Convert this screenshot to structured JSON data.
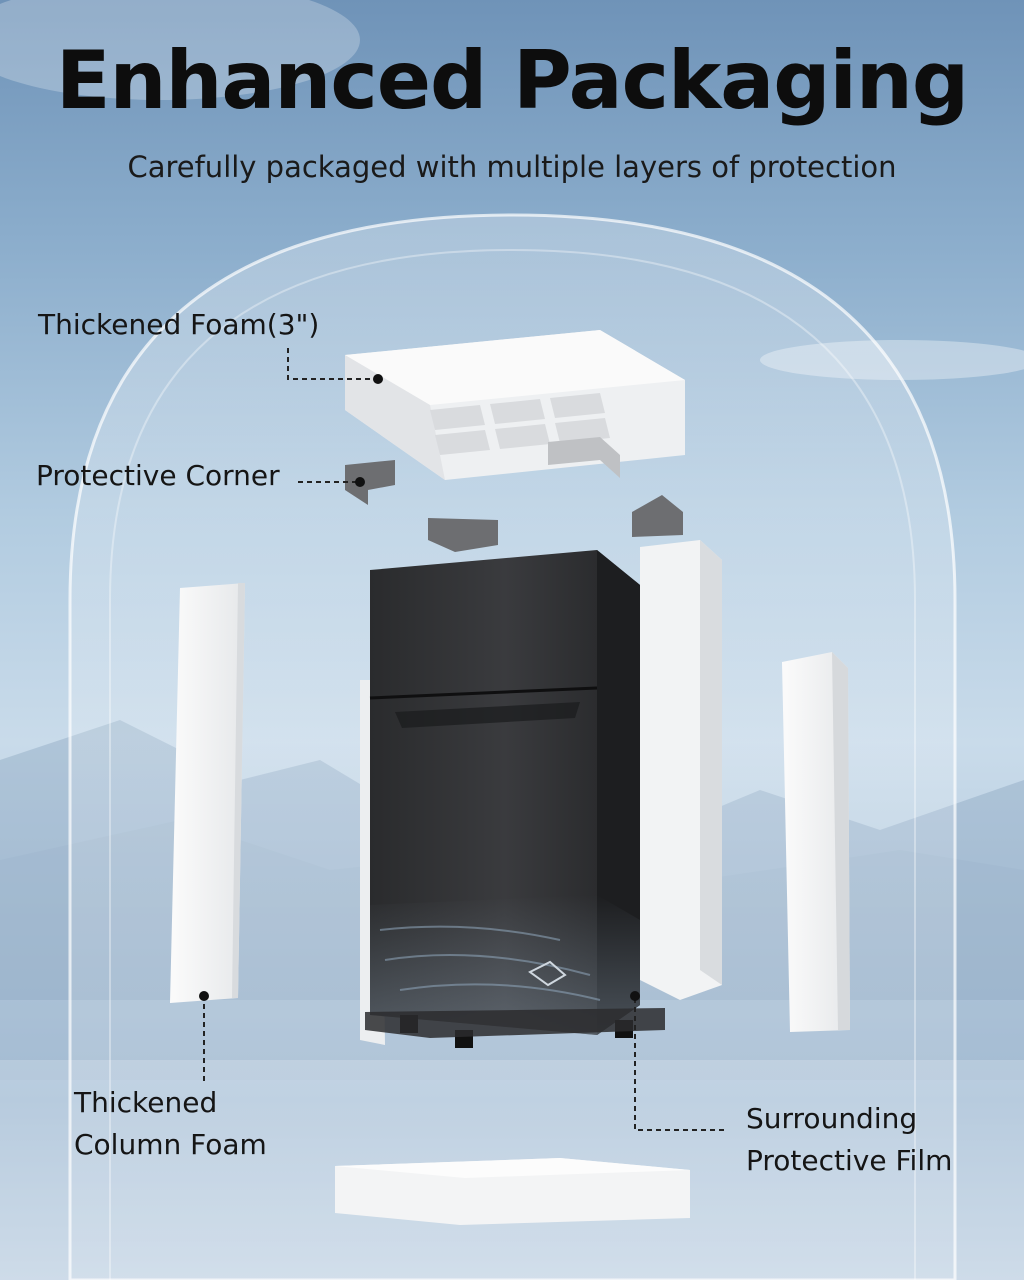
{
  "header": {
    "title": "Enhanced Packaging",
    "subtitle": "Carefully packaged with multiple layers of protection"
  },
  "callouts": {
    "top_foam": "Thickened Foam(3\")",
    "corner": "Protective Corner",
    "column_foam_line1": "Thickened",
    "column_foam_line2": "Column Foam",
    "film_line1": "Surrounding",
    "film_line2": "Protective Film"
  },
  "colors": {
    "text": "#0d0d0d",
    "foam": "#f4f5f6",
    "fridge": "#2e2f31",
    "corner": "#6e6f72",
    "sky_top": "#6f93b8",
    "sky_mid": "#c9dbea"
  }
}
